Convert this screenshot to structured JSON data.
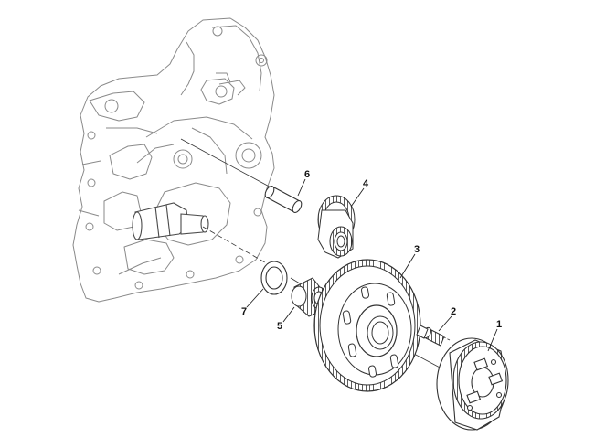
{
  "figure": {
    "callouts": [
      {
        "id": "1",
        "label": "1",
        "part": "starter-clutch-housing"
      },
      {
        "id": "2",
        "label": "2",
        "part": "bolt"
      },
      {
        "id": "3",
        "label": "3",
        "part": "starter-driven-gear"
      },
      {
        "id": "4",
        "label": "4",
        "part": "idler-gear"
      },
      {
        "id": "5",
        "label": "5",
        "part": "needle-bearing"
      },
      {
        "id": "6",
        "label": "6",
        "part": "idler-shaft"
      },
      {
        "id": "7",
        "label": "7",
        "part": "washer"
      }
    ],
    "colors": {
      "line": "#4a4a4a",
      "faint": "#8a8a8a",
      "background": "#ffffff"
    }
  }
}
